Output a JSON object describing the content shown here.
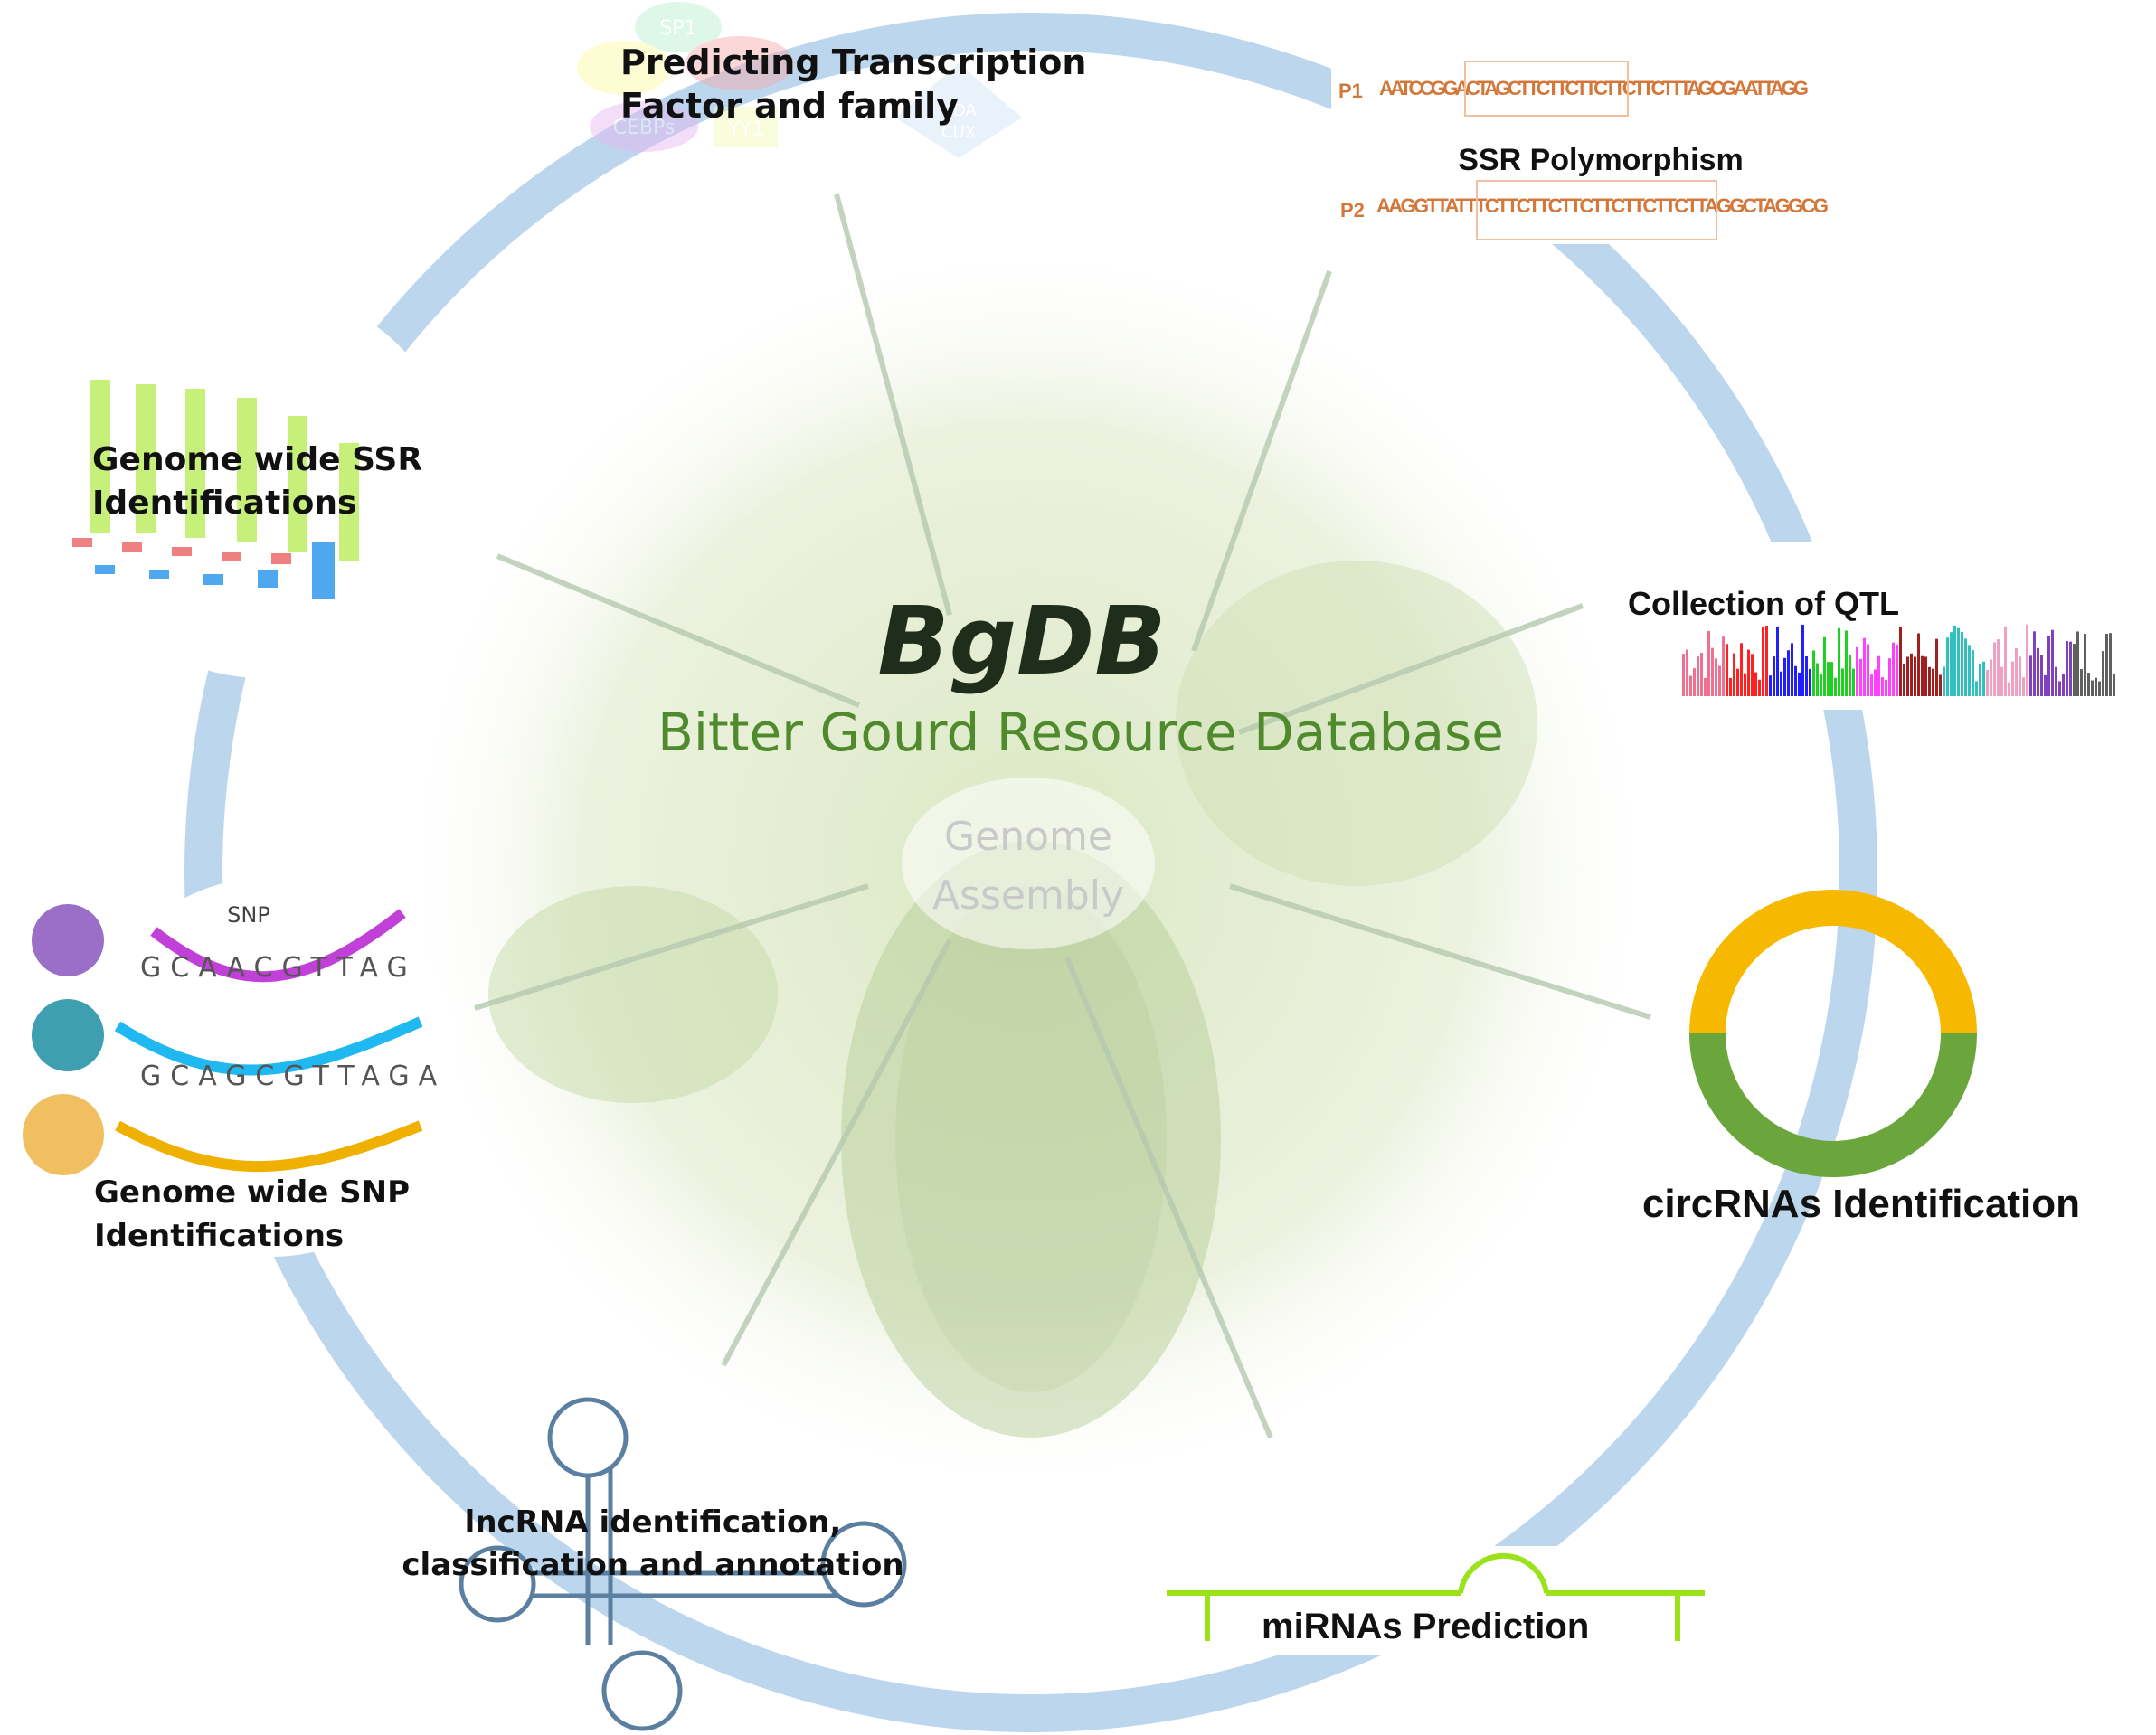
{
  "title": "BgDB",
  "subtitle": "Bitter Gourd Resource Database",
  "center_label": [
    "Genome",
    "Assembly"
  ],
  "modules": {
    "tf": [
      "Predicting Transcription",
      "Factor and family"
    ],
    "tf_shapes": [
      "SP1",
      "CEBPs",
      "YY1",
      "HDA",
      "CUX"
    ],
    "ssr_poly": {
      "label": "SSR Polymorphism",
      "p1_tag": "P1",
      "p1_seq": "AATCCGGACTAGCTTCTTCTTCTTCTTCTTTAGCGAATTAGG",
      "p2_tag": "P2",
      "p2_seq": "AAGGTTATTTCTTCTTCTTCTTCTTCTTCTTAGGCTAGGCG"
    },
    "ssr_id": [
      "Genome wide SSR",
      "Identifications"
    ],
    "qtl": "Collection of QTL",
    "circ": "circRNAs Identification",
    "snp": {
      "tag": "SNP",
      "label": [
        "Genome wide SNP",
        "Identifications"
      ],
      "seq1": "GCAACGTTAG",
      "seq2": "GCAGCGTTAGA"
    },
    "lnc": [
      "lncRNA identification,",
      "classification and annotation"
    ],
    "mirna": "miRNAs Prediction"
  },
  "colors": {
    "ring": "#bcd6ee",
    "title": "#1f2d1a",
    "subtitle": "#4f8a2c",
    "circ_top": "#f7b900",
    "circ_bottom": "#6aa63c",
    "mirna": "#9be21a",
    "lnc": "#5a7fa0"
  }
}
